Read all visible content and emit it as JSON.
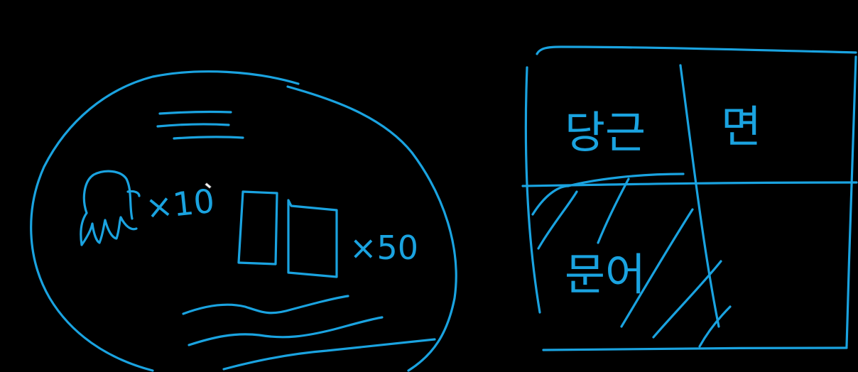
{
  "canvas": {
    "background": "#000000",
    "ink_color": "#1aa3e0"
  },
  "left_drawing": {
    "octopus_multiplier": "×10",
    "blocks_multiplier": "×50"
  },
  "right_grid": {
    "cell_top_left": "당근",
    "cell_top_right": "면",
    "cell_bottom_left": "문어",
    "cell_bottom_right": ""
  },
  "cursor": {
    "icon": "pen-cursor-icon"
  }
}
